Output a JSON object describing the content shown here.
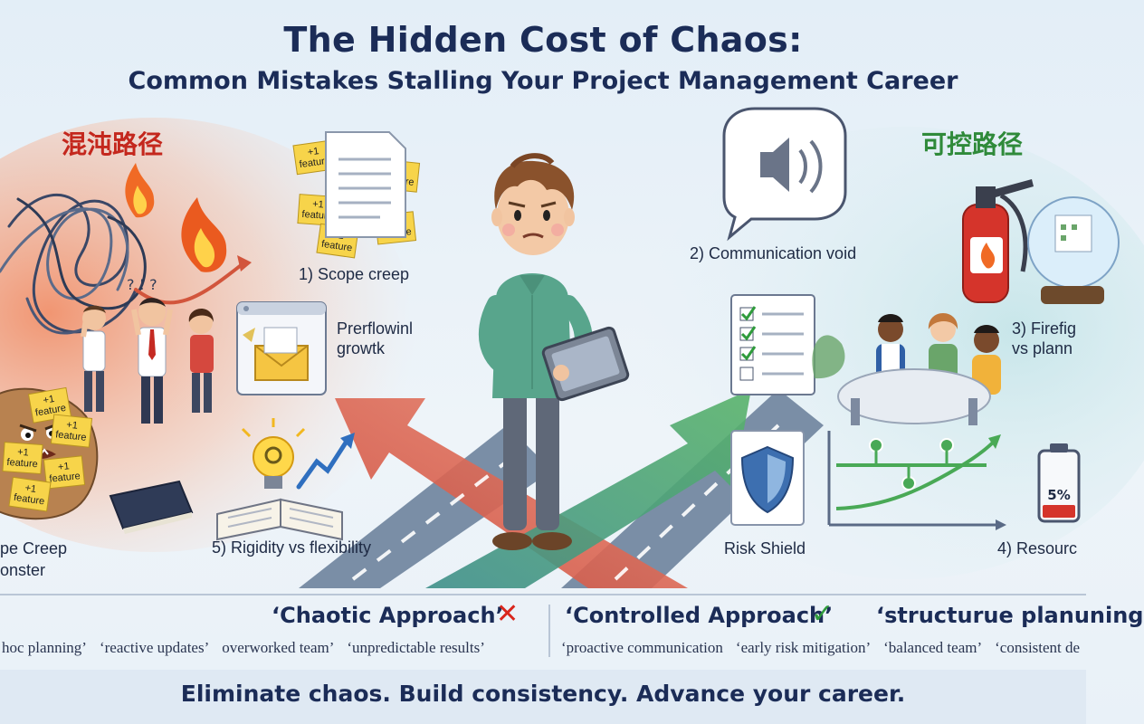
{
  "header": {
    "title": "The Hidden Cost of Chaos:",
    "subtitle": "Common Mistakes Stalling Your Project Management Career"
  },
  "paths": {
    "chaotic_zh": "混沌路径",
    "controlled_zh": "可控路径"
  },
  "left_labels": {
    "scope_creep": "1) Scope creep",
    "overflowing": "Prerflowinl growtk",
    "monster": "pe Creep onster",
    "rigidity": "5) Rigidity vs flexibility",
    "sticky_note": "+1 feature"
  },
  "right_labels": {
    "communication": "2) Communication void",
    "firefighting": "3) Firefig vs plann",
    "risk_shield": "Risk Shield",
    "resource": "4) Resourc",
    "battery": "5%"
  },
  "approaches": {
    "chaotic": {
      "title": "‘Chaotic Approach’",
      "mark": "✕",
      "tags": [
        "hoc planning’",
        "‘reactive updates’",
        "overworked team’",
        "‘unpredictable results’"
      ]
    },
    "controlled": {
      "title": "‘Controlled Approach’",
      "mark": "✓",
      "tags": [
        "‘proactive communication",
        "‘early risk mitigation’",
        "‘balanced team’",
        "‘consistent de"
      ]
    },
    "structured": {
      "title": "‘structurue planuning"
    }
  },
  "footer": {
    "tagline": "Eliminate chaos. Build consistency. Advance your career."
  },
  "colors": {
    "navy": "#1b2c57",
    "chaos_red": "#c4271d",
    "control_green": "#2f8a3a",
    "x_red": "#d9261c",
    "check_green": "#2f9b3c"
  }
}
